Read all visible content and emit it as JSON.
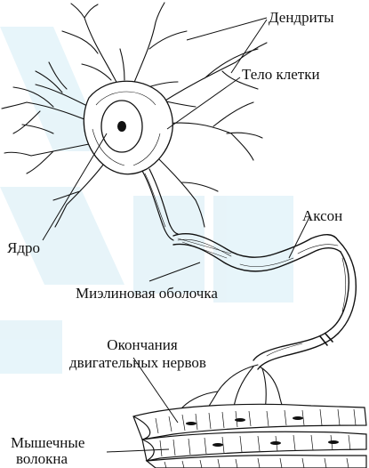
{
  "labels": {
    "dendrites": "Дендриты",
    "cell_body": "Тело клетки",
    "axon": "Аксон",
    "nucleus": "Ядро",
    "myelin_sheath": "Миэлиновая оболочка",
    "motor_endings_line1": "Окончания",
    "motor_endings_line2": "двигательных нервов",
    "muscle_fibers_line1": "Мышечные",
    "muscle_fibers_line2": "волокна"
  },
  "colors": {
    "ink": "#111111",
    "watermark": "#d9eef6",
    "background": "#ffffff"
  }
}
